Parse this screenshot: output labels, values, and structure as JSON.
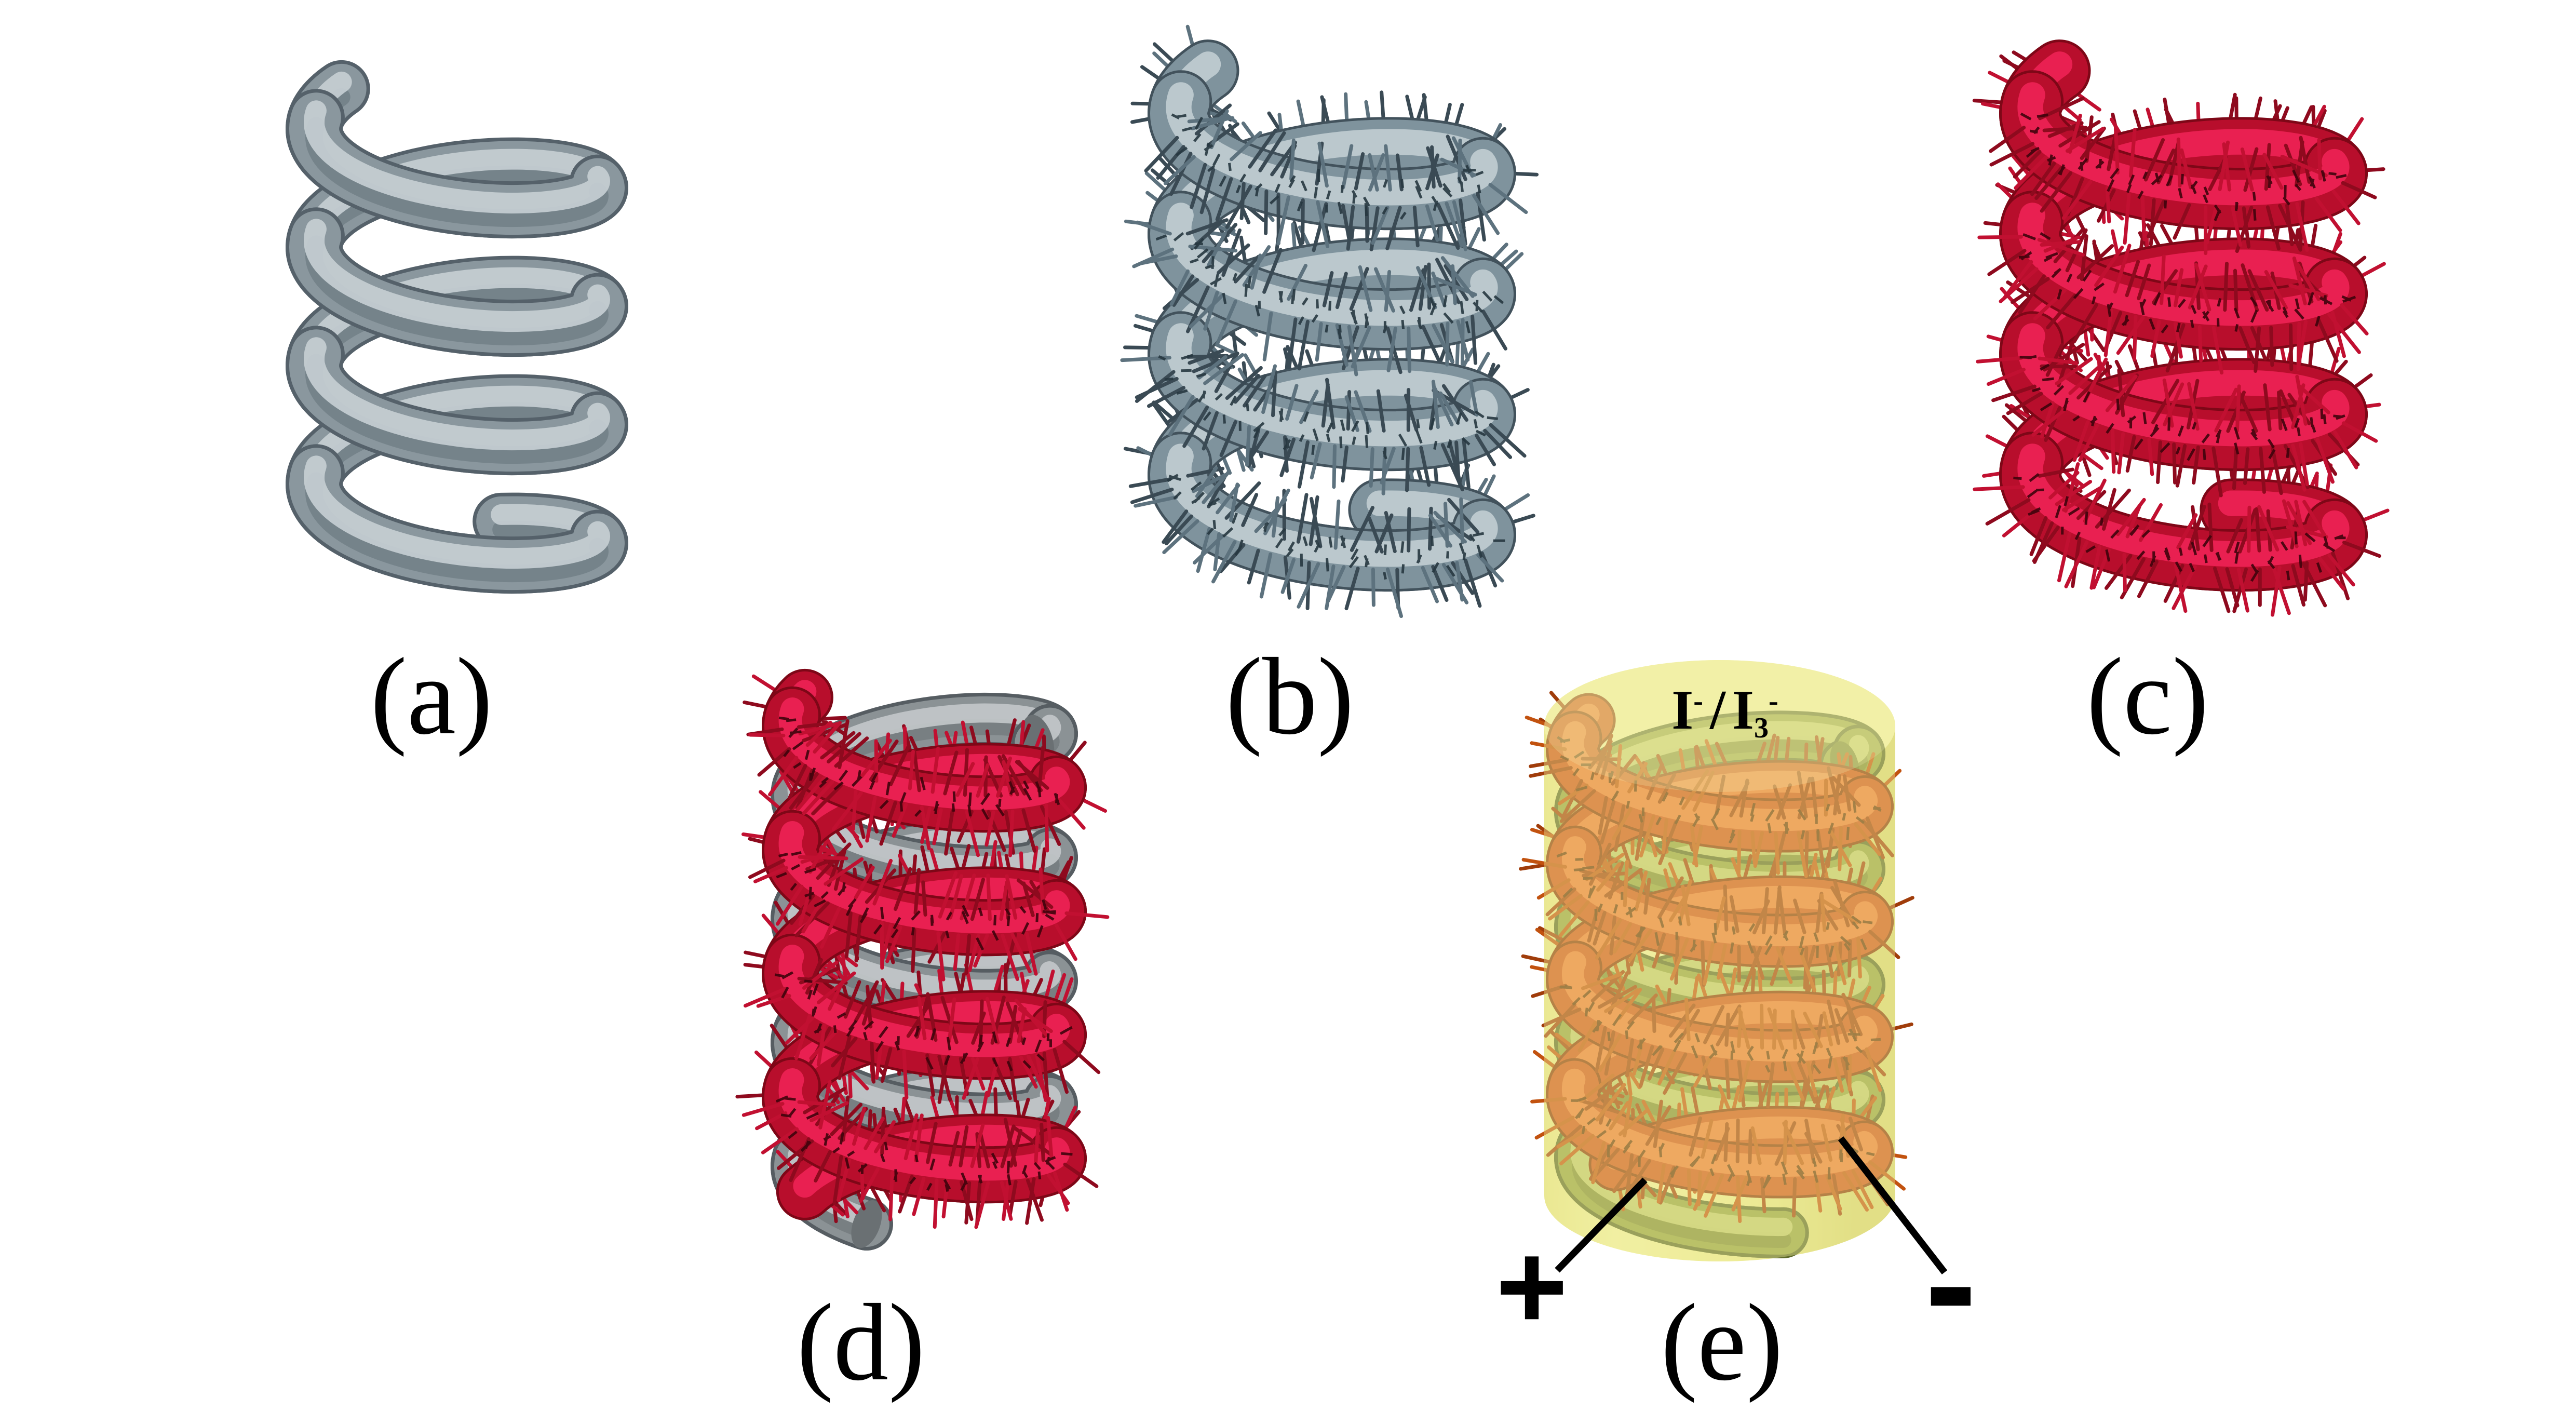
{
  "panels": [
    {
      "id": "a",
      "label": "(a)"
    },
    {
      "id": "b",
      "label": "(b)"
    },
    {
      "id": "c",
      "label": "(c)"
    },
    {
      "id": "d",
      "label": "(d)"
    },
    {
      "id": "e",
      "label": "(e)"
    }
  ],
  "annotations": {
    "electrolyte": {
      "symbol_1": "I",
      "charge_1": "-",
      "separator": "/",
      "symbol_2": "I",
      "subscript_2": "3",
      "charge_2": "-"
    },
    "positive_electrode": "+",
    "negative_electrode": "-"
  },
  "colors": {
    "background": "#ffffff",
    "label_text": "#000000",
    "leader_line": "#000000",
    "helix_gray_smooth": {
      "base": "#8a979e",
      "edge": "#55616a",
      "sheen": "#c6ced2",
      "shade": "#64727a"
    },
    "helix_gray_fuzzy": {
      "base": "#7f939d",
      "edge": "#42525c",
      "sheen": "#c2ced3",
      "spike_dark": "#3a4a54",
      "spike_mid": "#5d727e",
      "speckle": "#273740"
    },
    "helix_red_fuzzy": {
      "base": "#b80e2c",
      "edge": "#7e0717",
      "sheen": "#ee2255",
      "spike_dark": "#8e0a1e",
      "spike_mid": "#c11031",
      "speckle": "#3f030c"
    },
    "helix_dark_gray": {
      "base": "#8b9295",
      "edge": "#565d62",
      "sheen": "#c2c7c9",
      "shade": "#6a7073"
    },
    "helix_orange_fuzzy": {
      "base": "#cf5018",
      "edge": "#8a3408",
      "sheen": "#f07c38",
      "spike_dark": "#a03c0a",
      "spike_mid": "#c2520f",
      "speckle": "#5f2d05"
    },
    "helix_olive_smooth": {
      "base": "#93a040",
      "edge": "#5c682a",
      "sheen": "#c3cc72",
      "shade": "#6e7a2e"
    },
    "cylinder": {
      "body_left": "#e6e489",
      "body_mid": "#ecea92",
      "body_right": "#d8d574",
      "top": "#f1f0a4",
      "overlay": "rgba(240,238,160,0.42)",
      "top_overlay": "rgba(243,241,170,0.55)"
    }
  }
}
